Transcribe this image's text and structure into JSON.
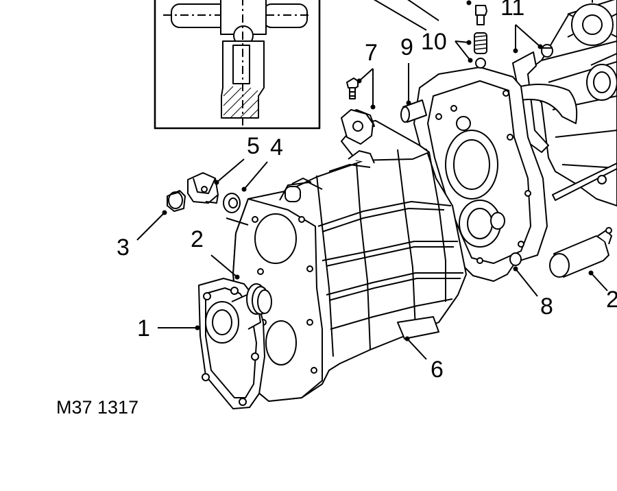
{
  "figure_code": "M37 1317",
  "callouts": {
    "c1": "1",
    "c2": "2",
    "c2b": "2",
    "c3": "3",
    "c4": "4",
    "c5": "5",
    "c6": "6",
    "c7": "7",
    "c8": "8",
    "c9": "9",
    "c10": "10",
    "c11": "11"
  }
}
